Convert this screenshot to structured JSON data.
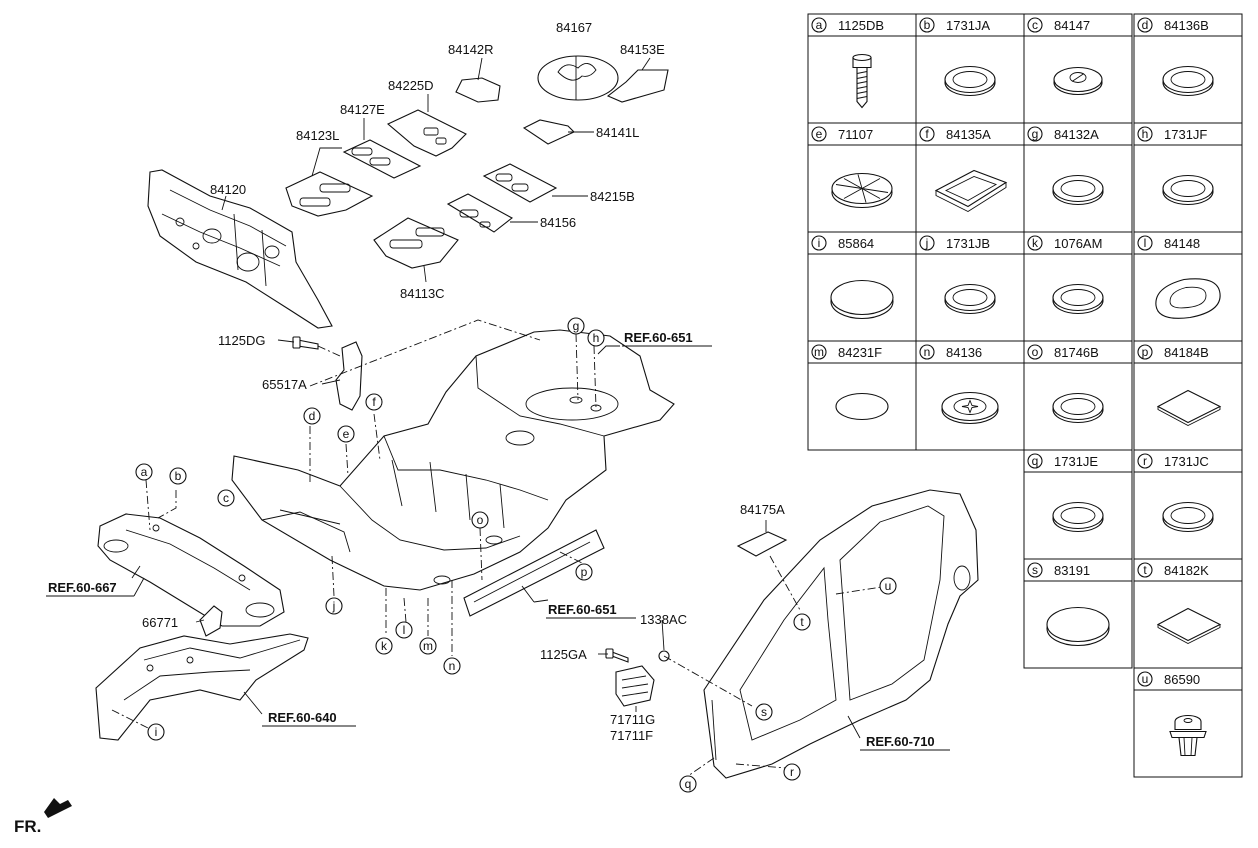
{
  "labels": {
    "p84167": "84167",
    "p84142R": "84142R",
    "p84153E": "84153E",
    "p84225D": "84225D",
    "p84141L": "84141L",
    "p84127E": "84127E",
    "p84123L": "84123L",
    "p84120": "84120",
    "p84215B": "84215B",
    "p84156": "84156",
    "p84113C": "84113C",
    "p1125DG": "1125DG",
    "p65517A": "65517A",
    "p66771": "66771",
    "p84175A": "84175A",
    "p1338AC": "1338AC",
    "p1125GA": "1125GA",
    "p71711G": "71711G",
    "p71711F": "71711F"
  },
  "refs": {
    "r651_top": "REF.60-651",
    "r667": "REF.60-667",
    "r651_mid": "REF.60-651",
    "r640": "REF.60-640",
    "r710": "REF.60-710"
  },
  "callouts": {
    "a": "a",
    "b": "b",
    "c": "c",
    "d": "d",
    "e": "e",
    "f": "f",
    "g": "g",
    "h": "h",
    "i": "i",
    "j": "j",
    "k": "k",
    "l": "l",
    "m": "m",
    "n": "n",
    "o": "o",
    "p": "p",
    "q": "q",
    "r": "r",
    "s": "s",
    "t": "t",
    "u": "u"
  },
  "front_marker": "FR.",
  "table": [
    {
      "letter": "a",
      "part": "1125DB",
      "icon": "bolt-icon"
    },
    {
      "letter": "b",
      "part": "1731JA",
      "icon": "grommet-icon"
    },
    {
      "letter": "c",
      "part": "84147",
      "icon": "plug-icon"
    },
    {
      "letter": "d",
      "part": "84136B",
      "icon": "grommet-icon"
    },
    {
      "letter": "e",
      "part": "71107",
      "icon": "cross-plug-icon"
    },
    {
      "letter": "f",
      "part": "84135A",
      "icon": "rect-grommet-icon"
    },
    {
      "letter": "g",
      "part": "84132A",
      "icon": "grommet-icon"
    },
    {
      "letter": "h",
      "part": "1731JF",
      "icon": "grommet-icon"
    },
    {
      "letter": "i",
      "part": "85864",
      "icon": "cap-icon"
    },
    {
      "letter": "j",
      "part": "1731JB",
      "icon": "grommet-icon"
    },
    {
      "letter": "k",
      "part": "1076AM",
      "icon": "grommet-icon"
    },
    {
      "letter": "l",
      "part": "84148",
      "icon": "oval-grommet-icon"
    },
    {
      "letter": "m",
      "part": "84231F",
      "icon": "pad-icon"
    },
    {
      "letter": "n",
      "part": "84136",
      "icon": "star-plug-icon"
    },
    {
      "letter": "o",
      "part": "81746B",
      "icon": "grommet-icon"
    },
    {
      "letter": "p",
      "part": "84184B",
      "icon": "square-pad-icon"
    },
    {
      "letter": "q",
      "part": "1731JE",
      "icon": "grommet-icon"
    },
    {
      "letter": "r",
      "part": "1731JC",
      "icon": "grommet-icon"
    },
    {
      "letter": "s",
      "part": "83191",
      "icon": "cap-icon"
    },
    {
      "letter": "t",
      "part": "84182K",
      "icon": "square-pad-icon"
    },
    {
      "letter": "u",
      "part": "86590",
      "icon": "clip-icon"
    }
  ]
}
